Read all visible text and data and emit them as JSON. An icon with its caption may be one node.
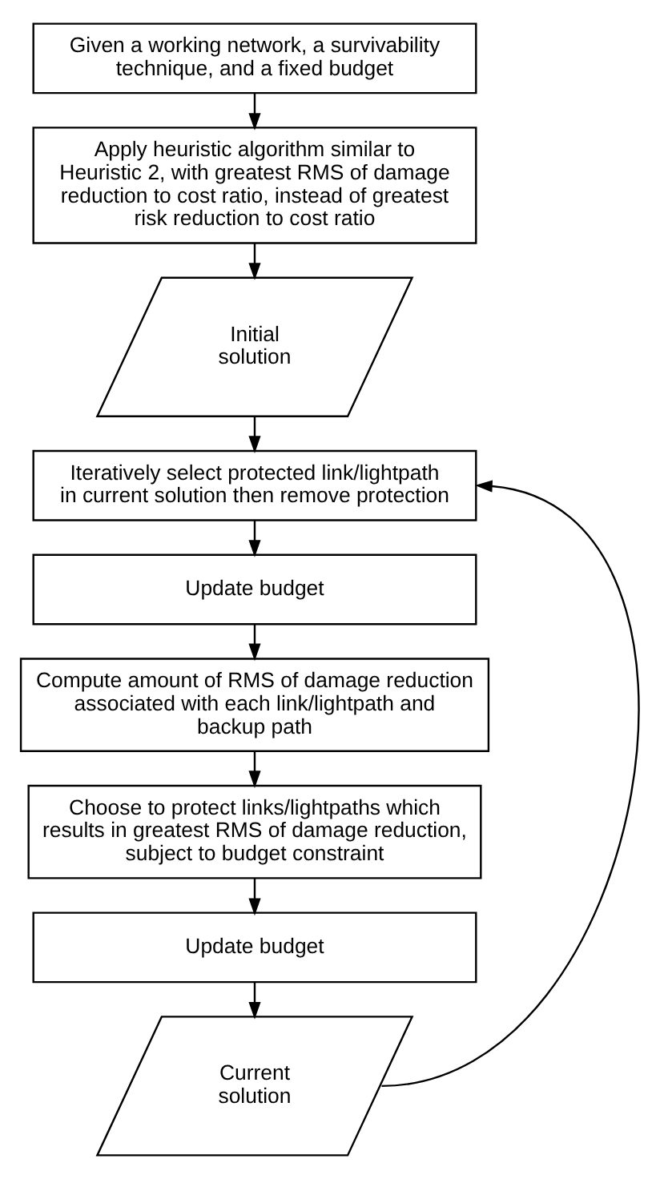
{
  "diagram": {
    "nodes": [
      {
        "text": [
          "Given a working network, a survivability technique, and a fixed budget"
        ]
      },
      {
        "text": [
          "Apply heuristic algorithm similar to Heuristic 2, with greatest RMS of damage reduction to cost ratio, instead of greatest risk reduction to cost ratio"
        ]
      },
      {
        "text": [
          "Initial solution"
        ]
      },
      {
        "text": [
          "Iteratively select protected link/lightpath in current solution then remove protection"
        ]
      },
      {
        "text": [
          "Update budget"
        ]
      },
      {
        "text": [
          "Compute amount of RMS of damage reduction associated with each link/lightpath and backup path"
        ]
      },
      {
        "text": [
          "Choose to protect links/lightpaths which results in greatest RMS of damage reduction, subject to budget constraint"
        ]
      },
      {
        "text": [
          "Update budget"
        ]
      },
      {
        "text": [
          "Current solution"
        ]
      }
    ],
    "edges": [
      {
        "from": 0,
        "to": 1,
        "arrow": "to"
      },
      {
        "from": 1,
        "to": 2,
        "arrow": "to"
      },
      {
        "from": 2,
        "to": 3,
        "arrow": "to"
      },
      {
        "from": 3,
        "to": 4,
        "arrow": "to"
      },
      {
        "from": 4,
        "to": 5,
        "arrow": "to"
      },
      {
        "from": 5,
        "to": 6,
        "arrow": "to"
      },
      {
        "from": 6,
        "to": 7,
        "arrow": "to"
      },
      {
        "from": 7,
        "to": 8,
        "arrow": "to"
      },
      {
        "from": 8,
        "to": 3,
        "arrow": "to"
      }
    ]
  }
}
